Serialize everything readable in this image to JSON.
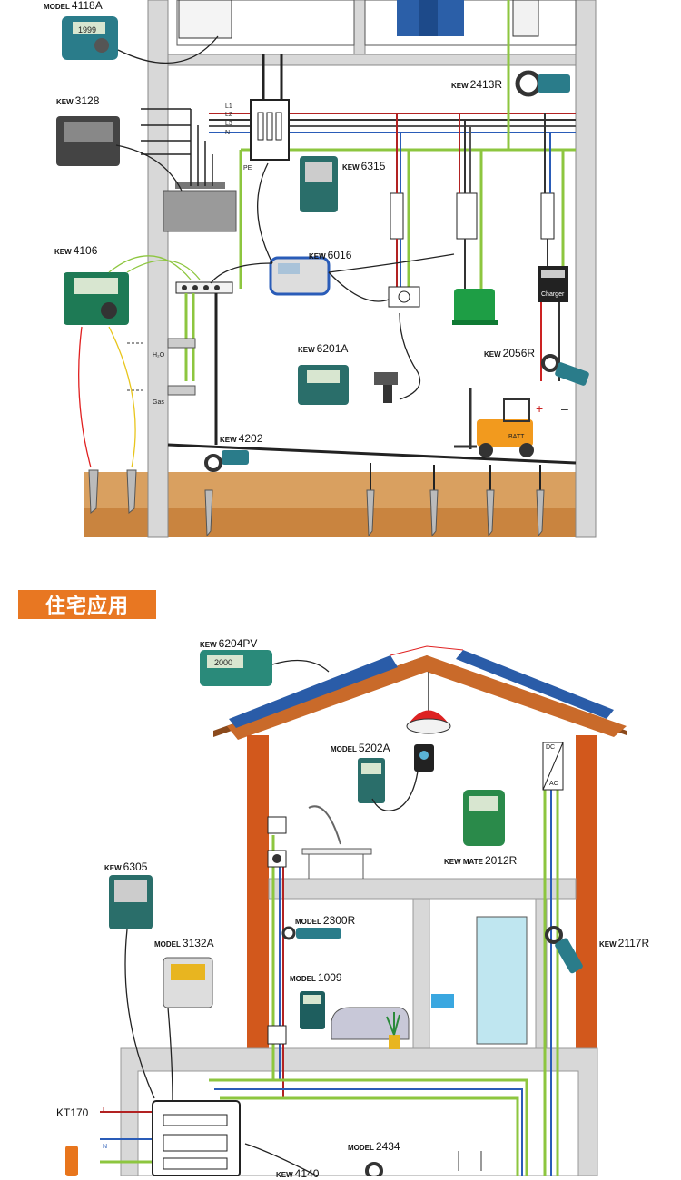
{
  "section_title": "住宅应用",
  "industrial": {
    "instruments": [
      {
        "id": "kew-4118a",
        "prefix": "MODEL",
        "model": "4118A"
      },
      {
        "id": "kew-3128",
        "prefix": "KEW",
        "model": "3128"
      },
      {
        "id": "kew-4106",
        "prefix": "KEW",
        "model": "4106"
      },
      {
        "id": "kew-2413r",
        "prefix": "KEW",
        "model": "2413R"
      },
      {
        "id": "kew-6315",
        "prefix": "KEW",
        "model": "6315"
      },
      {
        "id": "kew-6016",
        "prefix": "KEW",
        "model": "6016"
      },
      {
        "id": "kew-6201a",
        "prefix": "KEW",
        "model": "6201A"
      },
      {
        "id": "kew-2056r",
        "prefix": "KEW",
        "model": "2056R"
      },
      {
        "id": "kew-4202",
        "prefix": "KEW",
        "model": "4202"
      }
    ],
    "lines": {
      "l1": "L1",
      "l2": "L2",
      "l3": "L3",
      "n": "N",
      "pe": "PE"
    },
    "utilities": {
      "water": "H₂O",
      "gas": "Gas"
    },
    "charger_label": "Charger",
    "battery_label": "BATT",
    "display_4118a": "1999"
  },
  "residential": {
    "instruments": [
      {
        "id": "kew-6204pv",
        "prefix": "KEW",
        "model": "6204PV"
      },
      {
        "id": "model-5202a",
        "prefix": "MODEL",
        "model": "5202A"
      },
      {
        "id": "kew-mate-2012r",
        "prefix": "KEW MATE",
        "model": "2012R"
      },
      {
        "id": "kew-6305",
        "prefix": "KEW",
        "model": "6305"
      },
      {
        "id": "model-3132a",
        "prefix": "MODEL",
        "model": "3132A"
      },
      {
        "id": "model-2300r",
        "prefix": "MODEL",
        "model": "2300R"
      },
      {
        "id": "model-1009",
        "prefix": "MODEL",
        "model": "1009"
      },
      {
        "id": "kew-2117r",
        "prefix": "KEW",
        "model": "2117R"
      },
      {
        "id": "kt170",
        "prefix": "",
        "model": "KT170"
      },
      {
        "id": "model-2434",
        "prefix": "MODEL",
        "model": "2434"
      },
      {
        "id": "kew-4140",
        "prefix": "KEW",
        "model": "4140"
      }
    ],
    "lines": {
      "l": "L",
      "n": "N"
    },
    "inverter": {
      "dc": "DC",
      "ac": "AC"
    },
    "display_6204pv": "2000"
  },
  "colors": {
    "accent": "#e87722",
    "pe_green": "#8dc63f",
    "line_red": "#b22222",
    "line_blue": "#2a5cb8",
    "wall_orange": "#d2581c",
    "soil": "#c9843f"
  }
}
